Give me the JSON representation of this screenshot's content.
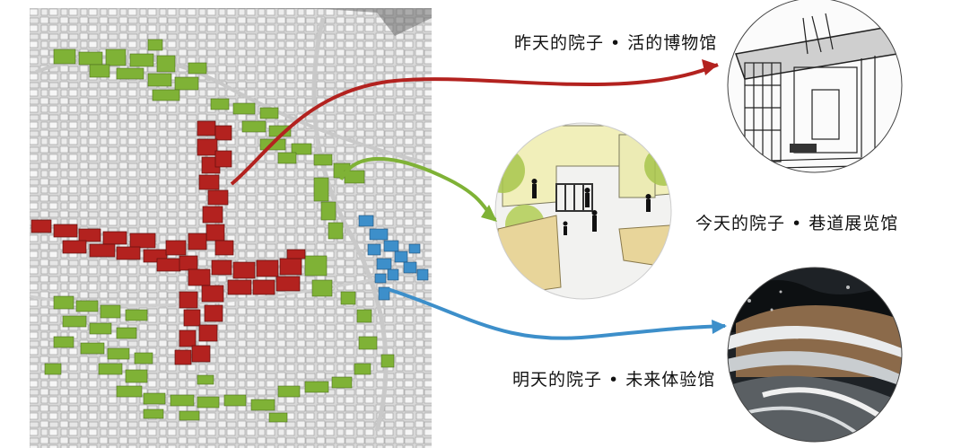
{
  "labels": {
    "yesterday": "昨天的院子 • 活的博物馆",
    "today": "今天的院子 • 巷道展览馆",
    "tomorrow": "明天的院子 • 未来体验馆"
  },
  "colors": {
    "red_route": "#b3221f",
    "green_route": "#7fb236",
    "blue_route": "#3d8fca",
    "map_background": "#d9d9d9",
    "circle_outline": "#444444"
  },
  "icons": {
    "yesterday_vignette": "sketch-old-courtyard-icon",
    "today_vignette": "courtyard-exhibition-illustration-icon",
    "tomorrow_vignette": "futuristic-building-render-icon"
  }
}
